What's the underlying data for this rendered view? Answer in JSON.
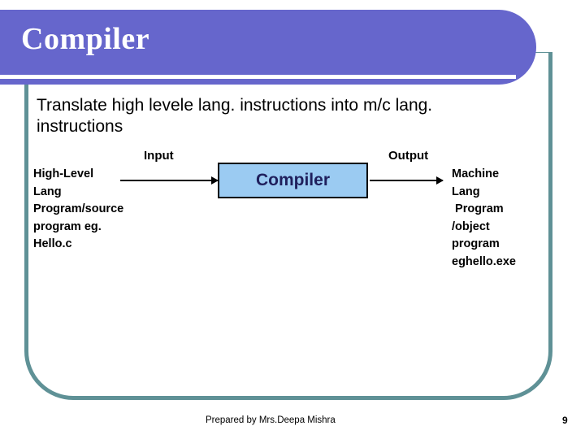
{
  "slide": {
    "title": "Compiler",
    "body_text": "Translate high levele lang. instructions  into m/c lang. instructions",
    "page_number": "9",
    "footer_note": "Prepared by Mrs.Deepa Mishra"
  },
  "diagram": {
    "input_label": "Input",
    "output_label": "Output",
    "process_box_label": "Compiler",
    "source_text": "High-Level\nLang\nProgram/source\nprogram eg.\nHello.c",
    "output_text": "Machine\nLang\n Program\n/object\nprogram\neghello.exe"
  },
  "colors": {
    "banner_purple": "#6666CC",
    "frame_teal": "#5F9196",
    "process_box_fill": "#9BCBF2",
    "process_box_text": "#1F1F5C",
    "title_text": "#FFFFFF",
    "body_text": "#000000"
  }
}
